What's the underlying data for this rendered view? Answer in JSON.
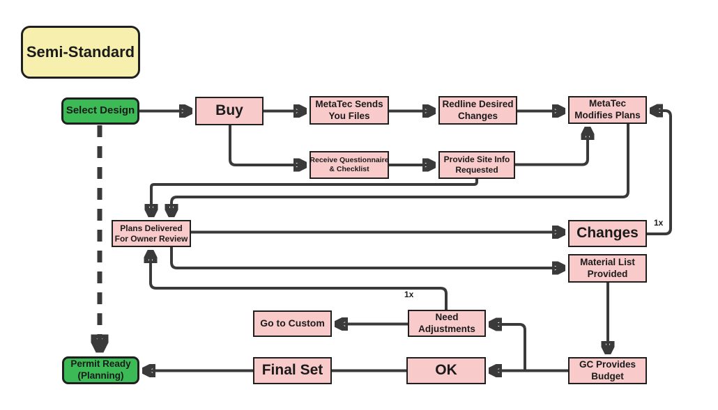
{
  "diagram": {
    "title": "Semi-Standard",
    "nodes": {
      "semi_standard": "Semi-Standard",
      "select_design": "Select Design",
      "buy": "Buy",
      "metatec_sends": "MetaTec Sends\nYou Files",
      "redline_desired": "Redline Desired\nChanges",
      "metatec_modifies": "MetaTec\nModifies Plans",
      "receive_questionnaire": "Receive Questionnaire\n& Checklist",
      "provide_site_info": "Provide Site Info\nRequested",
      "plans_delivered": "Plans Delivered\nFor Owner Review",
      "changes": "Changes",
      "material_list": "Material List\nProvided",
      "need_adjustments": "Need\nAdjustments",
      "go_to_custom": "Go to Custom",
      "gc_provides_budget": "GC Provides\nBudget",
      "ok": "OK",
      "final_set": "Final Set",
      "permit_ready": "Permit Ready\n(Planning)"
    },
    "loop_labels": {
      "review_loop": "1x",
      "changes_loop": "1x"
    },
    "colors": {
      "process_fill": "#f9caca",
      "terminal_fill": "#3bba55",
      "title_fill": "#f6efad",
      "border": "#1f1f1f",
      "connector": "#3a3a3a",
      "background": "#ffffff",
      "text": "#1a1a1a"
    }
  }
}
